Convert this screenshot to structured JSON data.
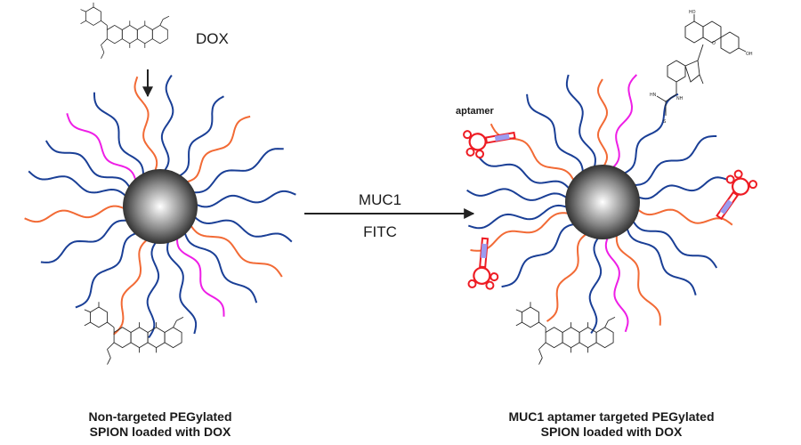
{
  "labels": {
    "dox": "DOX",
    "reagent_top": "MUC1",
    "reagent_bottom": "FITC",
    "aptamer": "aptamer",
    "left_caption_line1": "Non-targeted PEGylated",
    "left_caption_line2": "SPION loaded with DOX",
    "right_caption_line1": "MUC1 aptamer targeted PEGylated",
    "right_caption_line2": "SPION loaded with DOX"
  },
  "colors": {
    "peg_blue": "#1a3f96",
    "peg_orange": "#f26a35",
    "peg_magenta": "#ee1ee6",
    "aptamer_red": "#ee1c24",
    "aptamer_pairs": "#9c9cf0",
    "sphere_light": "#ffffff",
    "sphere_dark": "#1c1c1c"
  },
  "atoms": {
    "ho": "HO",
    "oh": "OH",
    "o": "O",
    "nh": "NH",
    "hn": "HN",
    "s": "S"
  }
}
